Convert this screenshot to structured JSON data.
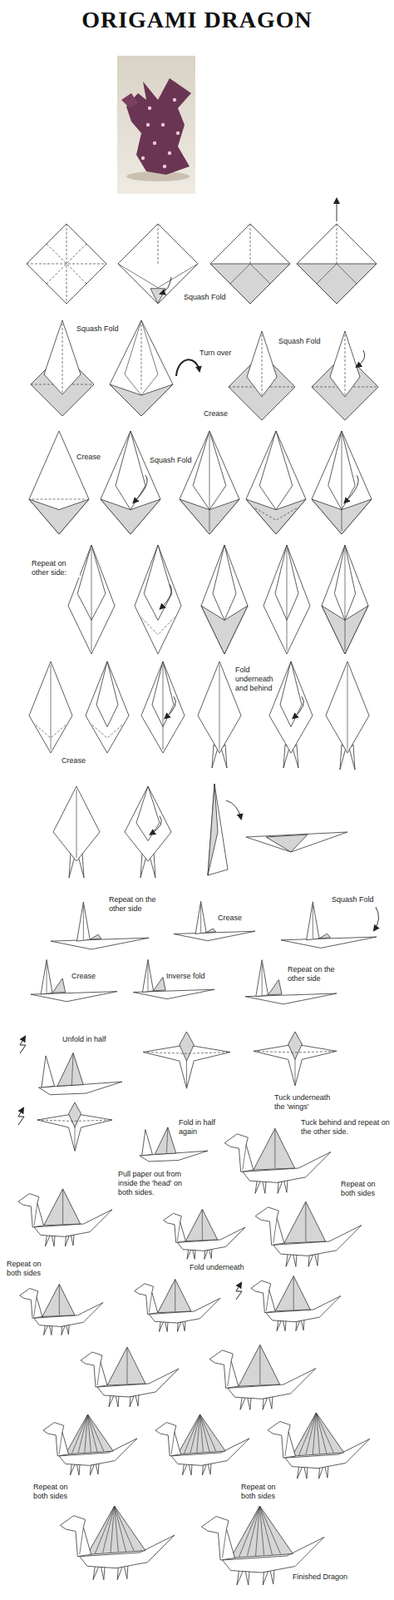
{
  "diagram": {
    "title": "ORIGAMI DRAGON",
    "labels": [
      "Squash Fold",
      "Squash Fold",
      "Turn over",
      "Crease",
      "Squash Fold",
      "Crease",
      "Squash Fold",
      "Repeat on other side:",
      "Crease",
      "Fold underneath and behind",
      "Repeat on the other side",
      "Crease",
      "Squash Fold",
      "Crease",
      "Inverse fold",
      "Repeat on the other side",
      "Unfold in half",
      "Tuck underneath the 'wings'",
      "Fold in half again",
      "Tuck behind and repeat on the other side.",
      "Pull paper out from inside the 'head' on both sides.",
      "Repeat on both sides",
      "Repeat on both sides",
      "Fold underneath",
      "Repeat on both sides",
      "Repeat on both sides",
      "Finished Dragon"
    ]
  }
}
